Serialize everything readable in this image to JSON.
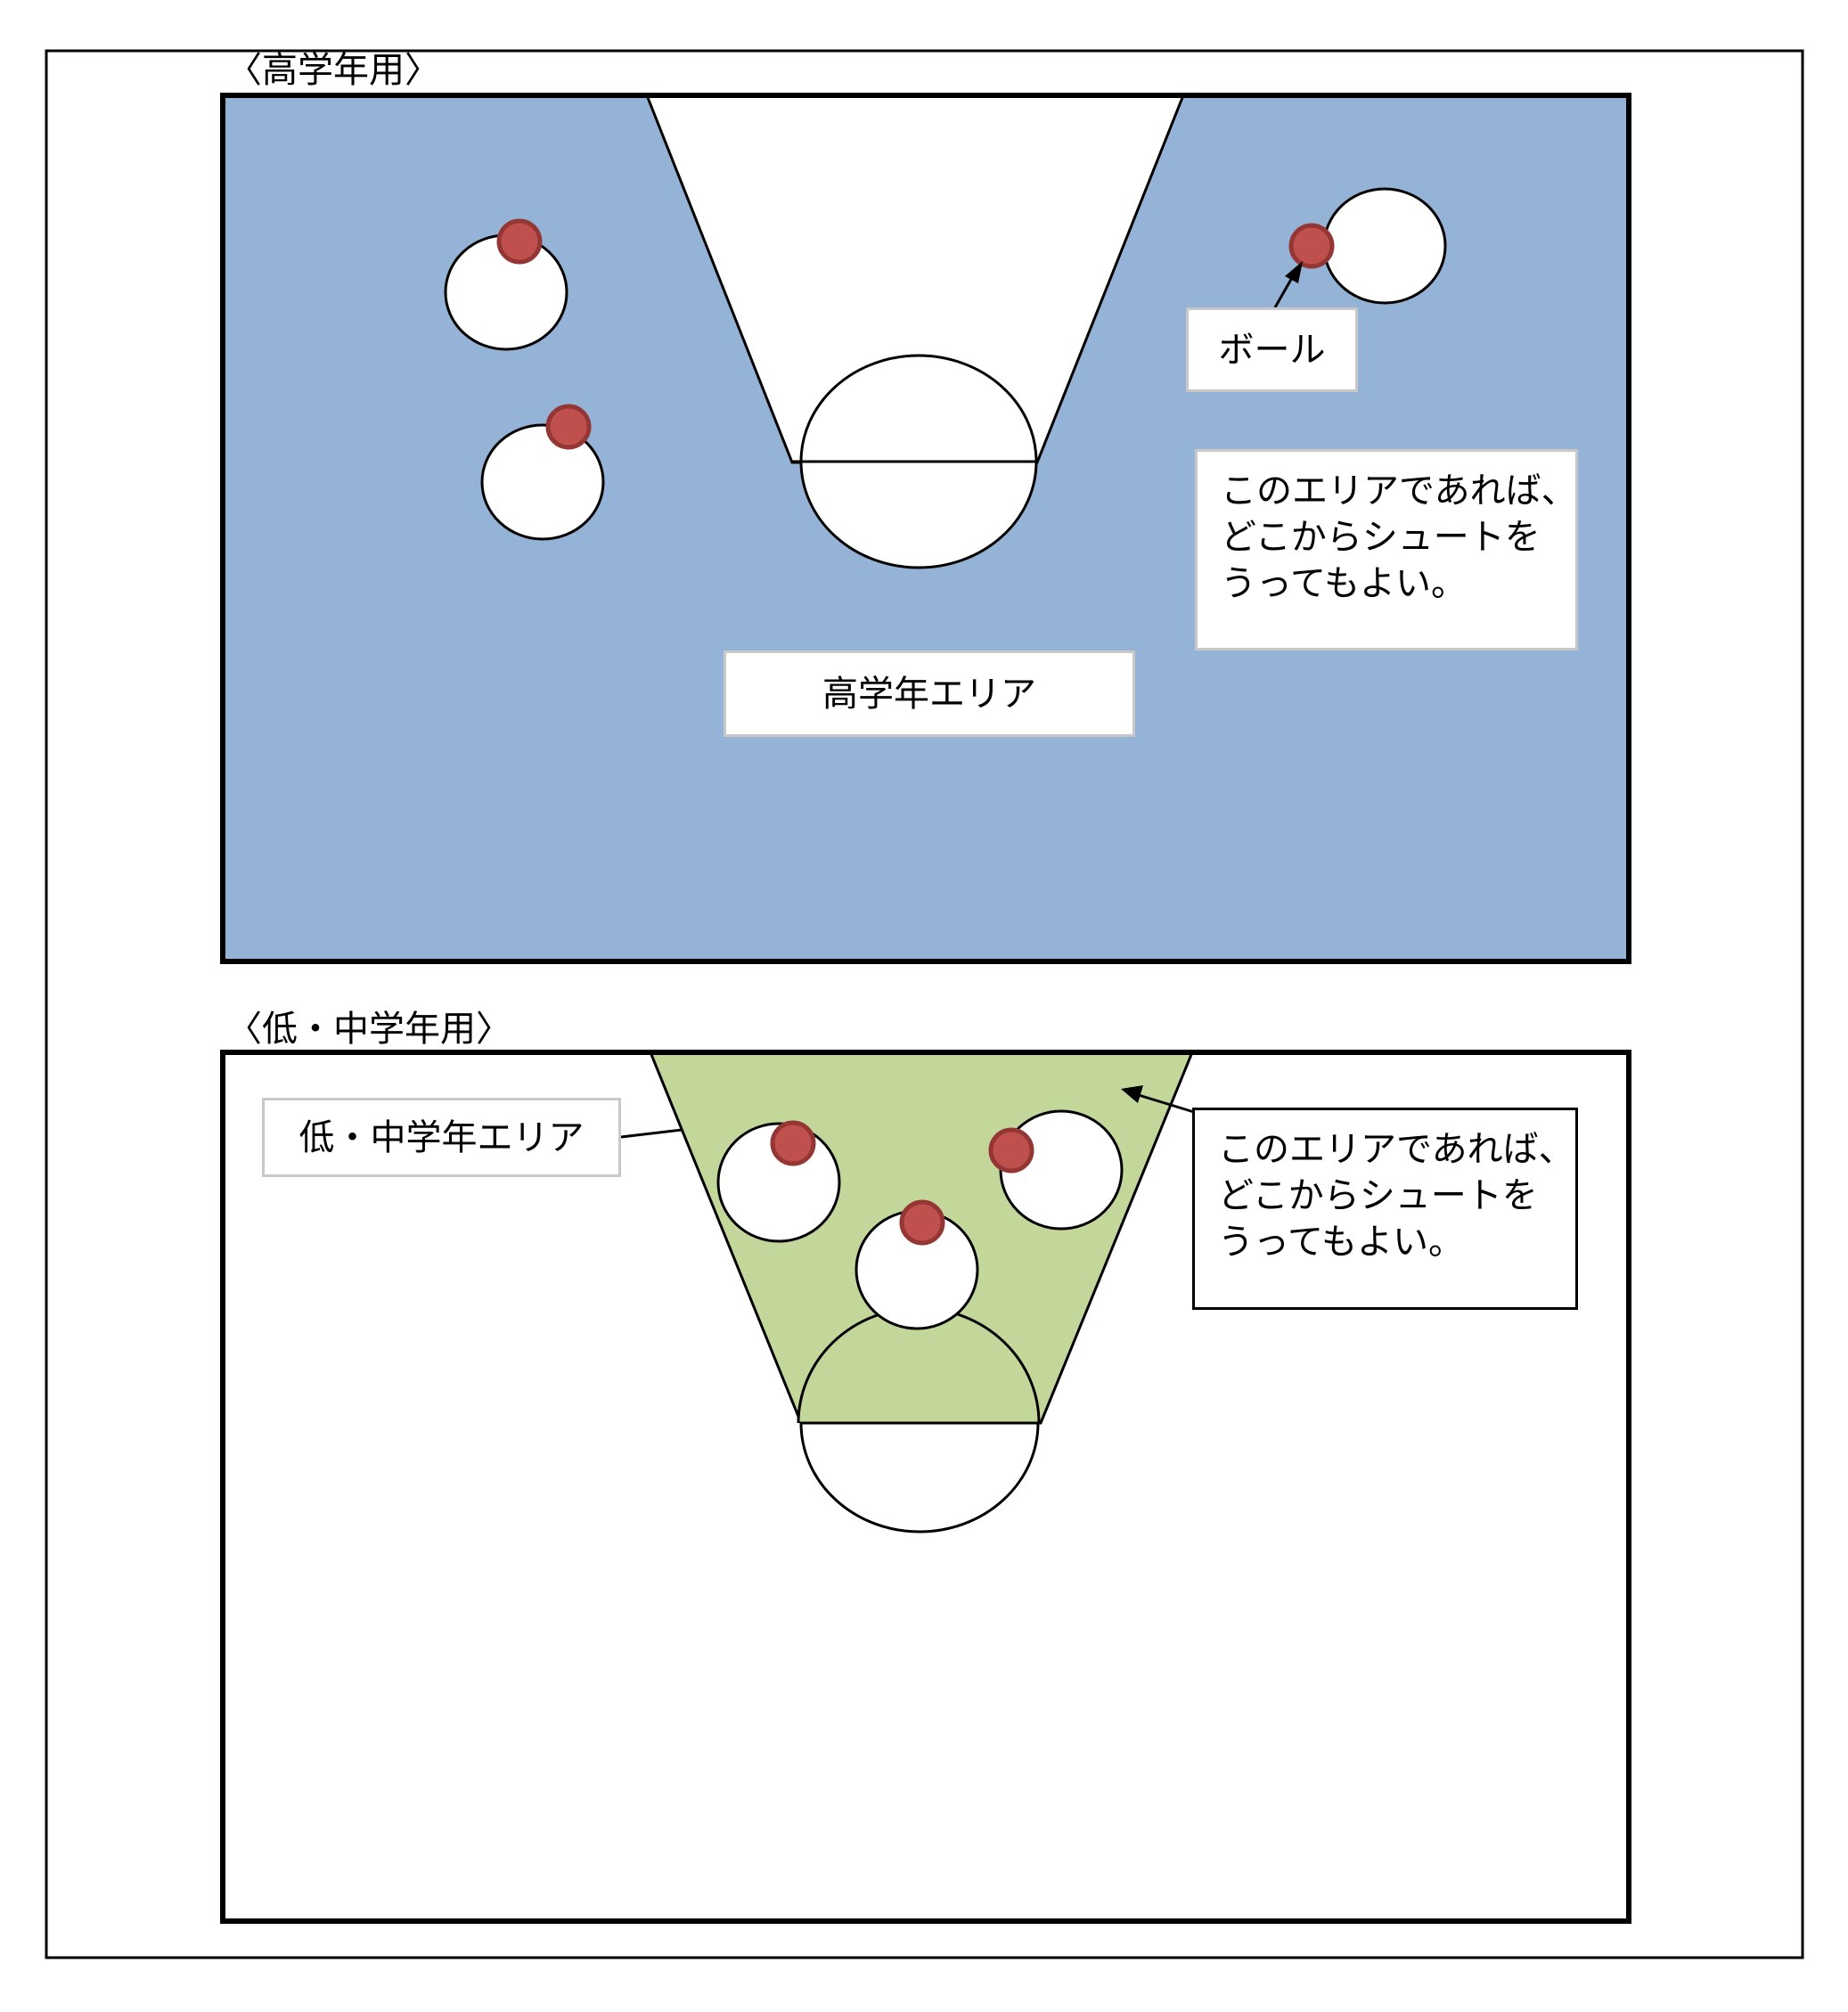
{
  "upper": {
    "heading": "〈高学年用〉",
    "area_label": "高学年エリア",
    "note_lines": [
      "このエリアであれば、",
      "どこからシュートを",
      "うってもよい。"
    ],
    "ball_label": "ボール",
    "area_color": "#95b3d7"
  },
  "lower": {
    "heading": "〈低・中学年用〉",
    "area_label": "低・中学年エリア",
    "note_lines": [
      "このエリアであれば、",
      "どこからシュートを",
      "うってもよい。"
    ],
    "area_color": "#c4d79b"
  },
  "colors": {
    "ball": "#c0504d",
    "ball_outline": "#943634",
    "frame": "#000000",
    "court_line": "#000000"
  }
}
